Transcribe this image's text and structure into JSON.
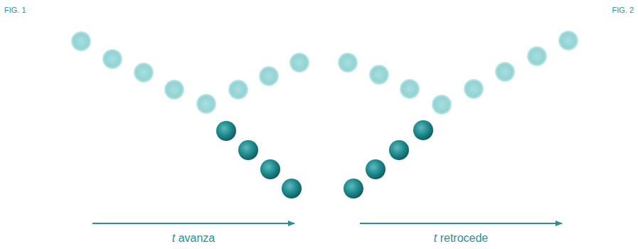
{
  "diagram": {
    "labels": [
      "FIG. 1",
      "FIG. 2",
      "t avanza",
      "t retrocede"
    ]
  }
}
